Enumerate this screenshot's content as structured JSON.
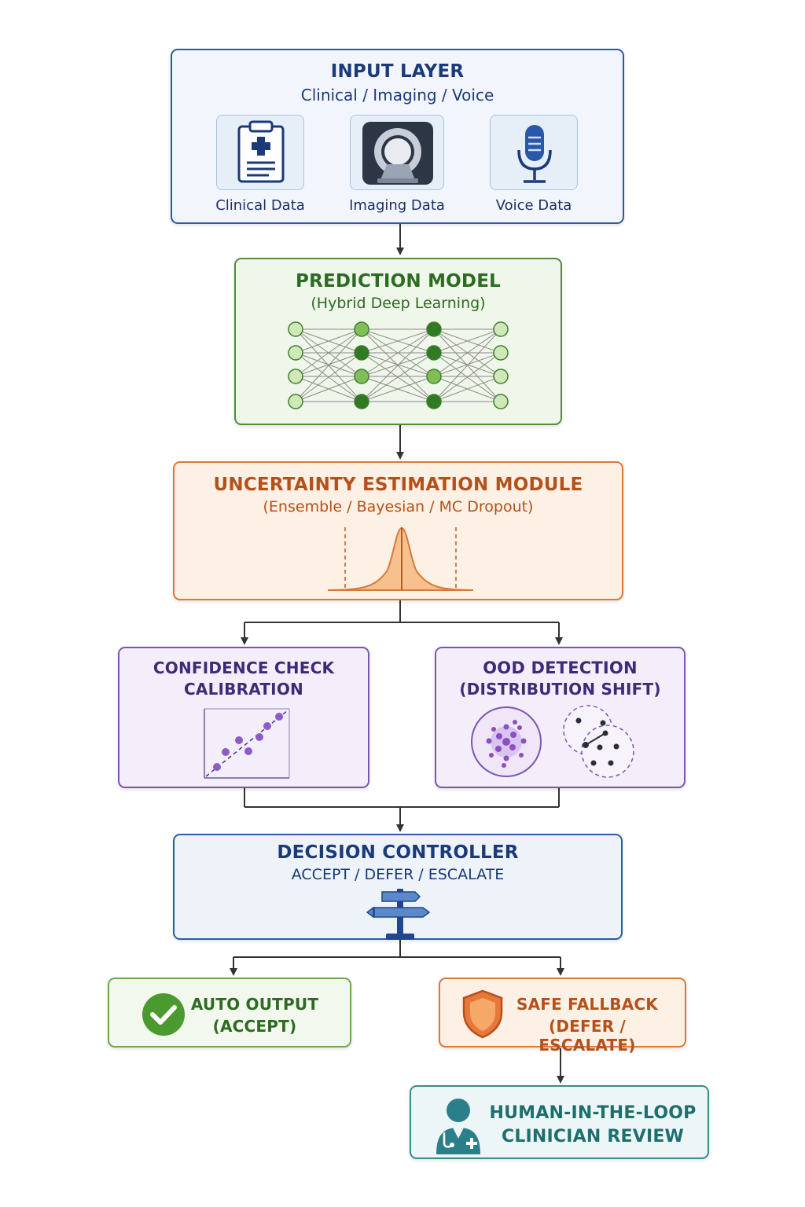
{
  "input_layer": {
    "title": "INPUT LAYER",
    "subtitle": "Clinical / Imaging / Voice",
    "items": [
      {
        "label": "Clinical Data",
        "icon": "clipboard-icon"
      },
      {
        "label": "Imaging Data",
        "icon": "mri-scanner-icon"
      },
      {
        "label": "Voice Data",
        "icon": "microphone-icon"
      }
    ]
  },
  "prediction_model": {
    "title": "PREDICTION MODEL",
    "subtitle": "(Hybrid Deep Learning)",
    "icon": "neural-network-icon"
  },
  "uncertainty_module": {
    "title": "UNCERTAINTY ESTIMATION MODULE",
    "subtitle": "(Ensemble / Bayesian / MC Dropout)",
    "icon": "bell-curve-icon"
  },
  "confidence_check": {
    "title_line1": "CONFIDENCE CHECK",
    "title_line2": "CALIBRATION",
    "icon": "calibration-plot-icon"
  },
  "ood_detection": {
    "title_line1": "OOD DETECTION",
    "title_line2": "(DISTRIBUTION SHIFT)",
    "icon": "distribution-clusters-icon"
  },
  "decision_controller": {
    "title": "DECISION CONTROLLER",
    "subtitle": "ACCEPT / DEFER / ESCALATE",
    "icon": "signpost-icon"
  },
  "auto_output": {
    "title_line1": "AUTO OUTPUT",
    "title_line2": "(ACCEPT)",
    "icon": "check-circle-icon"
  },
  "safe_fallback": {
    "title_line1": "SAFE FALLBACK",
    "title_line2": "(DEFER / ESCALATE)",
    "icon": "shield-icon"
  },
  "human_review": {
    "title_line1": "HUMAN-IN-THE-LOOP",
    "title_line2": "CLINICIAN REVIEW",
    "icon": "clinician-icon"
  },
  "colors": {
    "blue": "#1b3a7a",
    "green": "#2d6a22",
    "orange": "#b5501a",
    "purple": "#3f2a78",
    "teal": "#1f6e6e"
  }
}
